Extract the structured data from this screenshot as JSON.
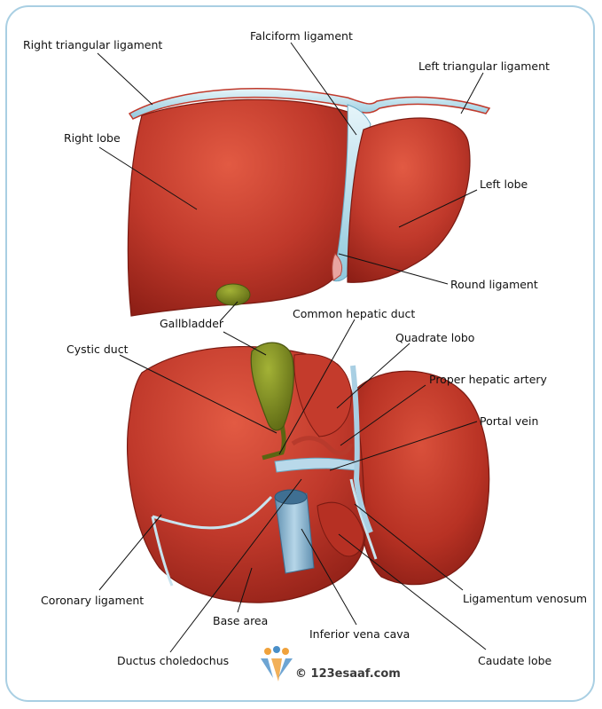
{
  "labels": {
    "right_triangular_ligament": "Right triangular ligament",
    "falciform_ligament": "Falciform ligament",
    "left_triangular_ligament": "Left triangular ligament",
    "right_lobe": "Right lobe",
    "left_lobe": "Left lobe",
    "round_ligament": "Round ligament",
    "gallbladder": "Gallbladder",
    "common_hepatic_duct": "Common hepatic duct",
    "quadrate_lobo": "Quadrate lobo",
    "cystic_duct": "Cystic duct",
    "proper_hepatic_artery": "Proper hepatic artery",
    "portal_vein": "Portal vein",
    "coronary_ligament": "Coronary ligament",
    "ligamentum_venosum": "Ligamentum venosum",
    "base_area": "Base area",
    "inferior_vena_cava": "Inferior vena cava",
    "ductus_choledochus": "Ductus choledochus",
    "caudate_lobe": "Caudate lobe"
  },
  "watermark": {
    "text": "© 123esaaf.com"
  },
  "colors": {
    "liver": "#c0392b",
    "liver_dark": "#8e1f16",
    "liver_highlight": "#e8604a",
    "ligament": "#bfe2ee",
    "gallbladder": "#7d8a1e",
    "vessel_blue": "#9cc4dc",
    "frame": "#a9cfe3"
  }
}
